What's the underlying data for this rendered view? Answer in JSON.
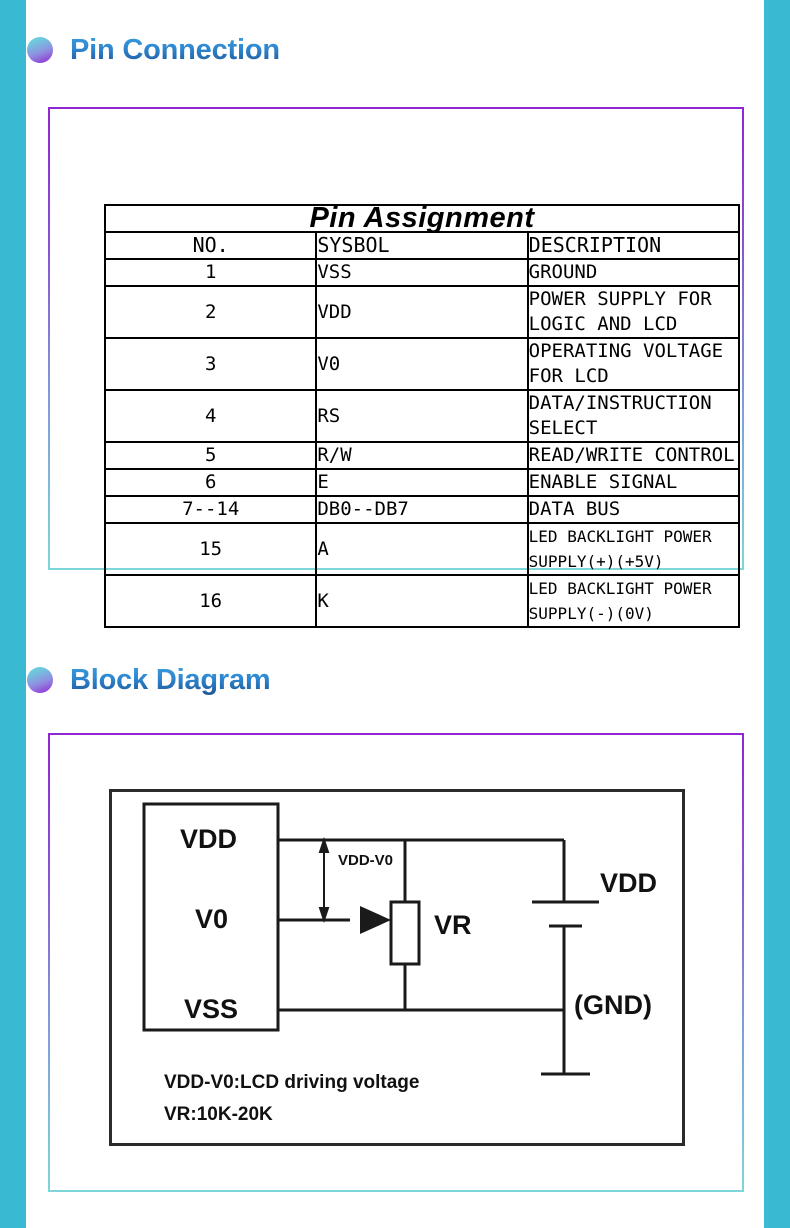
{
  "page": {
    "accent_teal": "#39b9d2",
    "accent_purple": "#9126d4",
    "title_blue": "#2e86cf"
  },
  "sections": [
    {
      "bullet_icon": "bullet-circle-icon",
      "title": "Pin Connection"
    },
    {
      "bullet_icon": "bullet-circle-icon",
      "title": "Block Diagram"
    }
  ],
  "pin_table": {
    "title": "Pin Assignment",
    "columns": [
      "NO.",
      "SYSBOL",
      "DESCRIPTION"
    ],
    "rows": [
      {
        "no": "1",
        "symbol": "VSS",
        "description": "GROUND"
      },
      {
        "no": "2",
        "symbol": "VDD",
        "description": "POWER SUPPLY FOR LOGIC AND LCD"
      },
      {
        "no": "3",
        "symbol": "V0",
        "description": "OPERATING VOLTAGE FOR LCD"
      },
      {
        "no": "4",
        "symbol": "RS",
        "description": "DATA/INSTRUCTION SELECT"
      },
      {
        "no": "5",
        "symbol": "R/W",
        "description": "READ/WRITE CONTROL"
      },
      {
        "no": "6",
        "symbol": "E",
        "description": "ENABLE SIGNAL"
      },
      {
        "no": "7--14",
        "symbol": "DB0--DB7",
        "description": "DATA BUS"
      },
      {
        "no": "15",
        "symbol": "A",
        "description": "LED BACKLIGHT POWER SUPPLY(+)(+5V)"
      },
      {
        "no": "16",
        "symbol": "K",
        "description": "LED BACKLIGHT POWER SUPPLY(-)(0V)"
      }
    ]
  },
  "block_diagram": {
    "ic_pins": [
      "VDD",
      "V0",
      "VSS"
    ],
    "measure_label": "VDD-V0",
    "resistor_label": "VR",
    "supply_label": "VDD",
    "ground_label": "(GND)",
    "notes": [
      "VDD-V0:LCD driving voltage",
      "VR:10K-20K"
    ]
  }
}
